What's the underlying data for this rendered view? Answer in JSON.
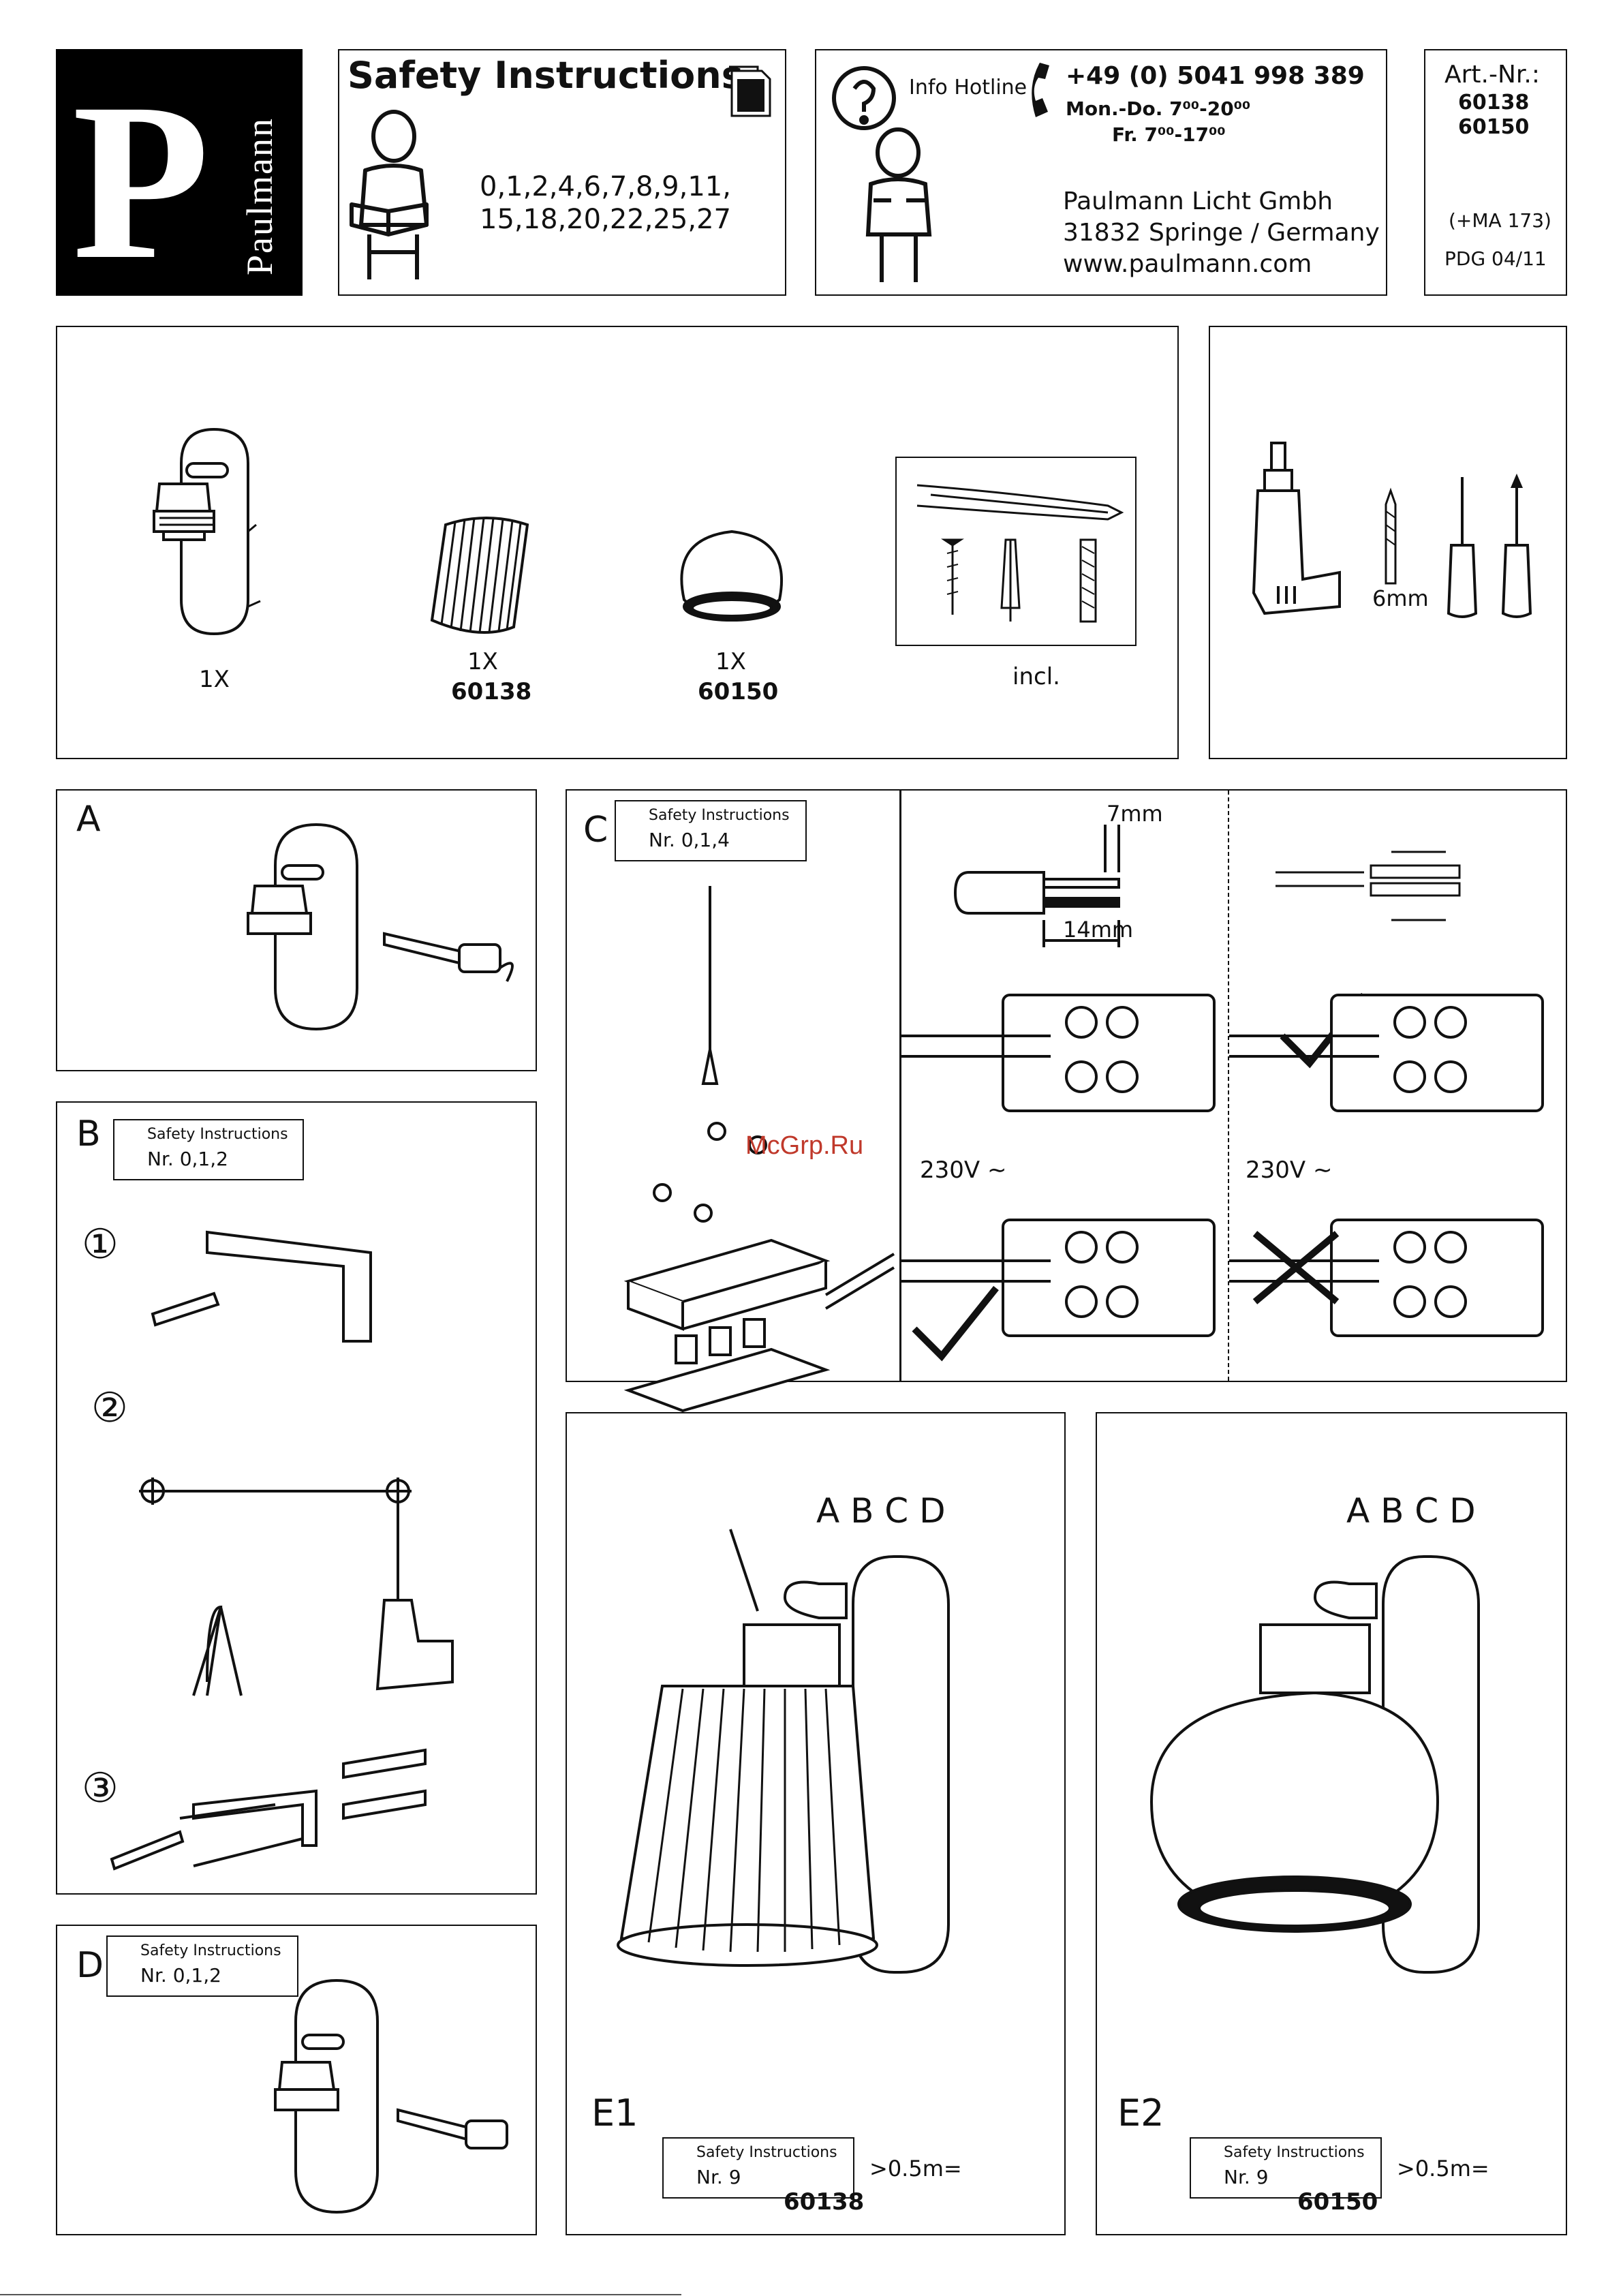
{
  "header": {
    "logo_letter": "P",
    "logo_text": "Paulmann",
    "safety_title": "Safety Instructions",
    "safety_numbers_line1": "0,1,2,4,6,7,8,9,11,",
    "safety_numbers_line2": "15,18,20,22,25,27",
    "hotline_label": "Info Hotline",
    "phone": "+49 (0) 5041 998 389",
    "hours_weekday": "Mon.-Do. 7⁰⁰-20⁰⁰",
    "hours_friday": "Fr. 7⁰⁰-17⁰⁰",
    "company": "Paulmann Licht Gmbh",
    "address": "31832 Springe / Germany",
    "website": "www.paulmann.com",
    "art_label": "Art.-Nr.:",
    "art_numbers": [
      "60138",
      "60150"
    ],
    "ma_ref": "(+MA 173)",
    "pdg": "PDG 04/11"
  },
  "contents": {
    "items": [
      {
        "qty": "1X",
        "art": ""
      },
      {
        "qty": "1X",
        "art": "60138"
      },
      {
        "qty": "1X",
        "art": "60150"
      },
      {
        "qty": "incl.",
        "art": ""
      }
    ],
    "drill_size": "6mm"
  },
  "sections": {
    "A": {
      "label": "A"
    },
    "B": {
      "label": "B",
      "si_title": "Safety Instructions",
      "si_numbers": "Nr. 0,1,2",
      "steps": [
        "①",
        "②",
        "③"
      ]
    },
    "C": {
      "label": "C",
      "si_title": "Safety Instructions",
      "si_numbers": "Nr. 0,1,4",
      "strip_outer": "7mm",
      "strip_inner": "14mm",
      "voltage_left": "230V ∼",
      "voltage_right": "230V ∼",
      "watermark": "McGrp.Ru"
    },
    "D": {
      "label": "D",
      "si_title": "Safety Instructions",
      "si_numbers": "Nr. 0,1,2"
    },
    "E1": {
      "steps_label": "A B C D",
      "label": "E1",
      "si_title": "Safety Instructions",
      "si_numbers": "Nr. 9",
      "distance": ">0.5m=",
      "art": "60138"
    },
    "E2": {
      "steps_label": "A B C D",
      "label": "E2",
      "si_title": "Safety Instructions",
      "si_numbers": "Nr. 9",
      "distance": ">0.5m=",
      "art": "60150"
    }
  },
  "icons": [
    "paulmann-logo",
    "document-icon",
    "reading-person-icon",
    "question-person-icon",
    "phone-icon",
    "drill-icon",
    "screwdriver-icon",
    "check-icon",
    "cross-icon"
  ]
}
